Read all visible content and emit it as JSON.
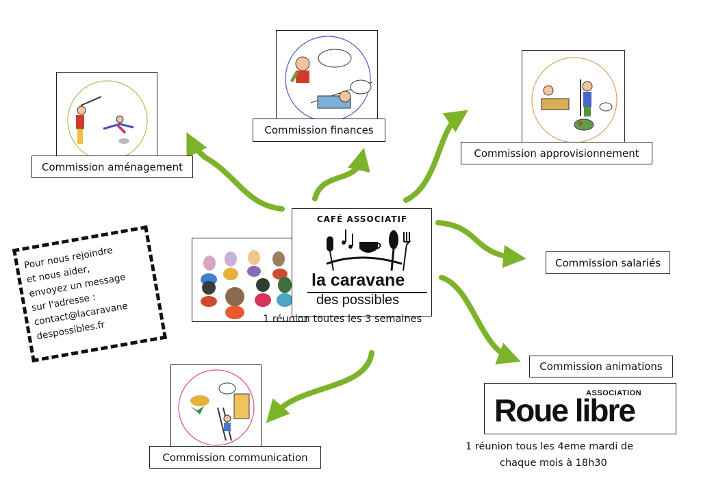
{
  "center": {
    "logo_top": "CAFÉ ASSOCIATIF",
    "logo_main": "la caravane",
    "logo_sub": "des possibles",
    "meeting_note": "1 réunion toutes les 3 semaines"
  },
  "commissions": {
    "amenagement": {
      "label": "Commission aménagement",
      "badge": "commission aménagement"
    },
    "finances": {
      "label": "Commission finances",
      "badge": "commission finances"
    },
    "approvisionnement": {
      "label": "Commission approvisionnement",
      "badge": "commission approvisionnement"
    },
    "salaries": {
      "label": "Commission salariés"
    },
    "animations": {
      "label": "Commission animations"
    },
    "communication": {
      "label": "Commission communication",
      "badge": "commission communication"
    }
  },
  "roue_libre": {
    "association": "ASSOCIATION",
    "name_part1": "Roue",
    "name_part2": "libre",
    "meeting_note_line1": "1 réunion tous les 4eme mardi de",
    "meeting_note_line2": "chaque mois à 18h30"
  },
  "contact_card": {
    "lines": [
      "Pour nous rejoindre",
      "et nous aider,",
      "envoyez un message",
      "sur l'adresse :",
      "contact@lacaravane",
      "despossibles.fr"
    ]
  },
  "colors": {
    "arrow": "#7db32a",
    "text": "#111111"
  }
}
